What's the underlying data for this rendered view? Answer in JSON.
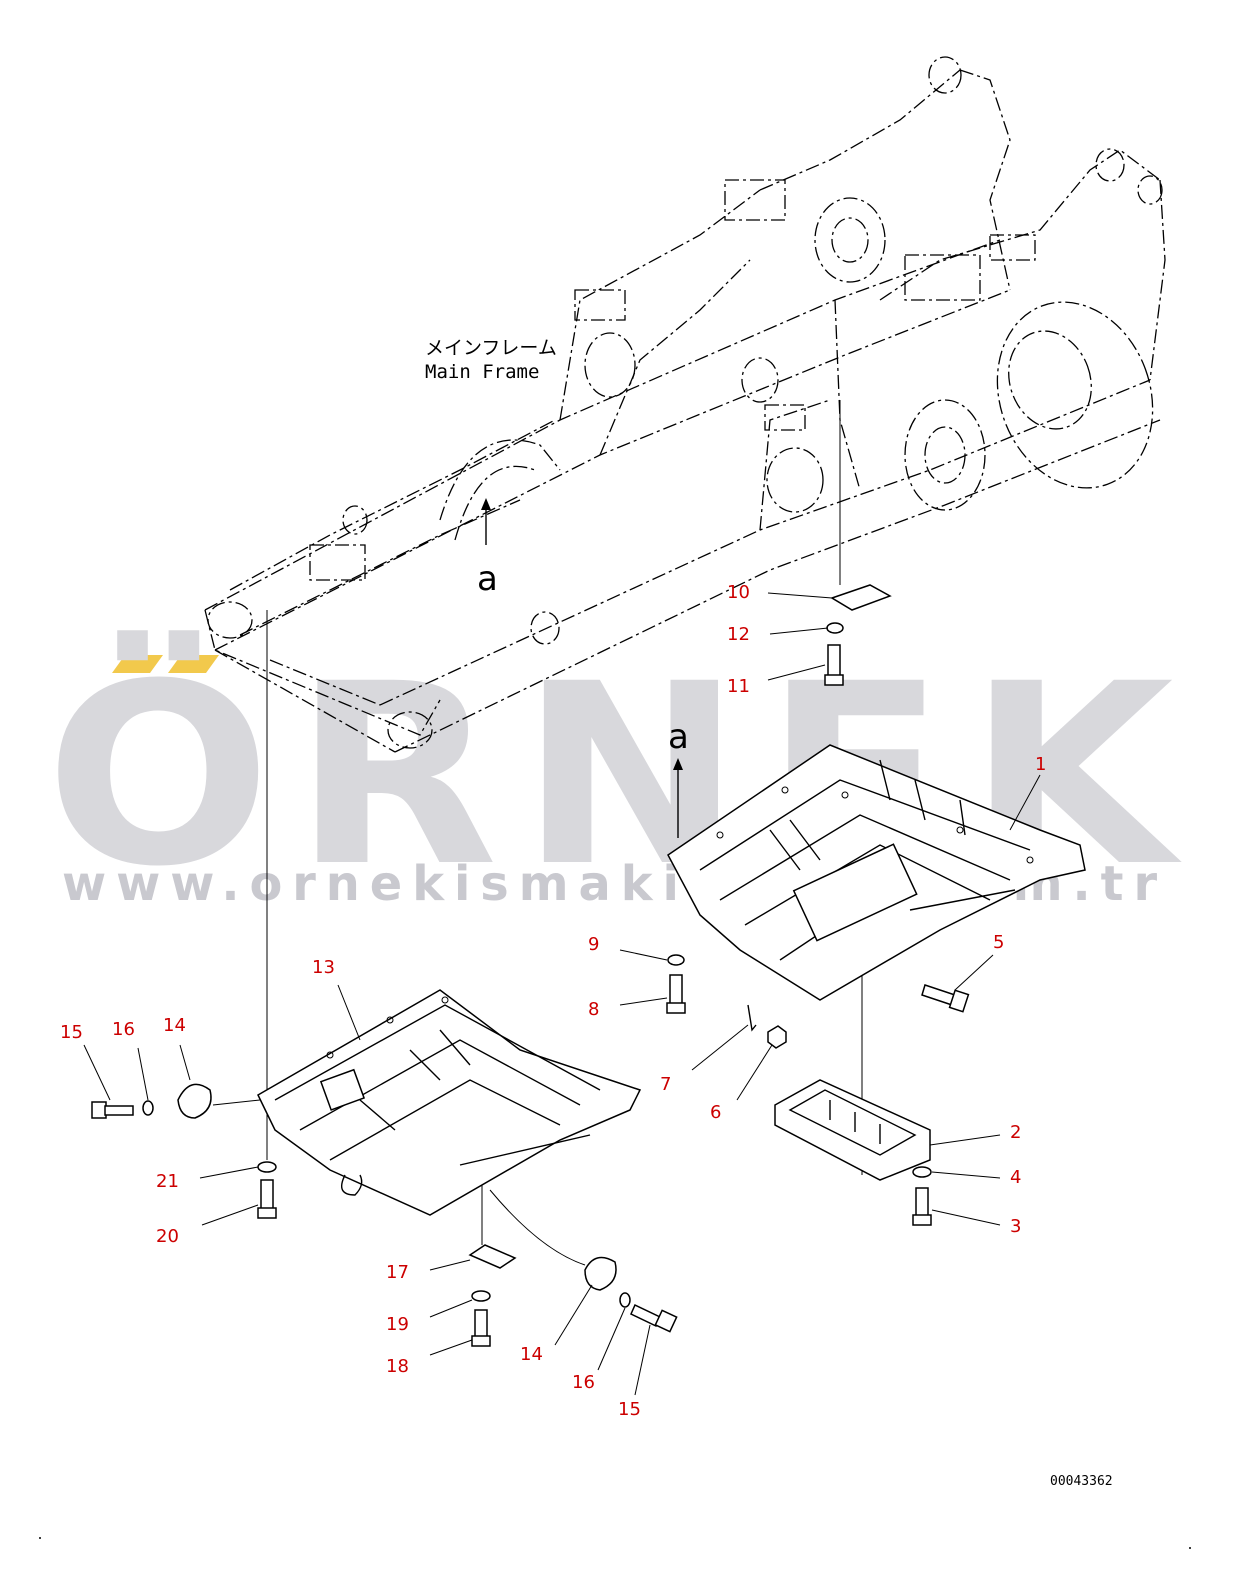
{
  "watermark": {
    "brand": "ÖRNEK",
    "url": "www.ornekismakinalari.com.tr",
    "accent_color": "#f2c94c",
    "text_color": "#d8d8dc"
  },
  "main_frame_label": {
    "japanese": "メインフレーム",
    "english": "Main Frame"
  },
  "view_markers": [
    "a",
    "a"
  ],
  "document_code": "00043362",
  "callouts": [
    "1",
    "2",
    "3",
    "4",
    "5",
    "6",
    "7",
    "8",
    "9",
    "10",
    "11",
    "12",
    "13",
    "14",
    "14",
    "15",
    "15",
    "16",
    "16",
    "17",
    "18",
    "19",
    "20",
    "21"
  ],
  "colors": {
    "callout": "#cc0000",
    "line": "#000000",
    "background": "#ffffff"
  }
}
